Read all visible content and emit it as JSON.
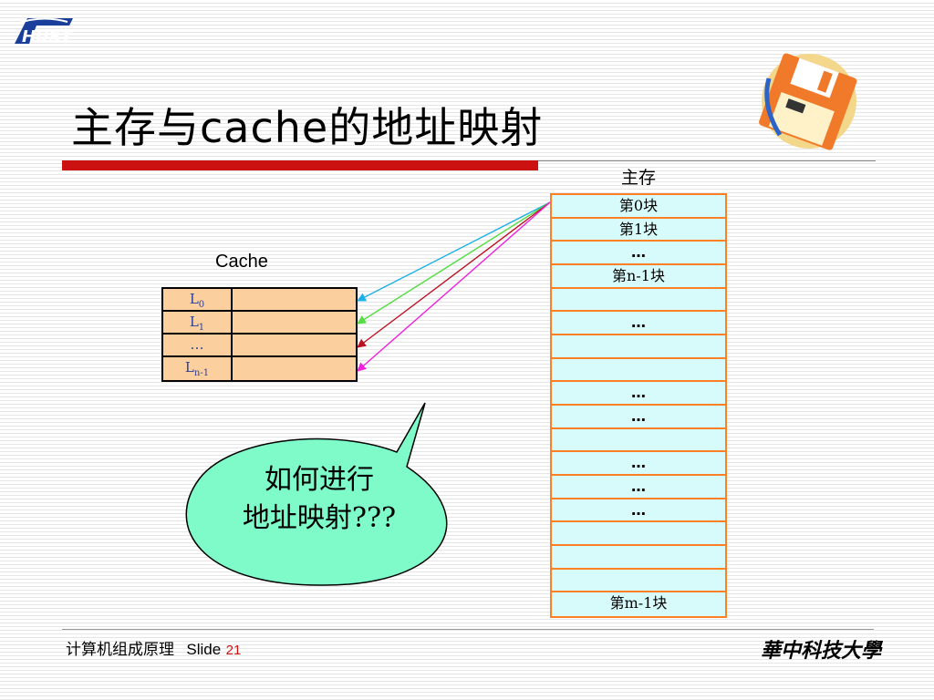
{
  "logo": {
    "icon": "hust-logo-icon",
    "color": "#1a3f9a"
  },
  "title": "主存与cache的地址映射",
  "decor": {
    "disk_icon": "floppy-disk-icon"
  },
  "memory": {
    "label": "主存",
    "rows": [
      "第0块",
      "第1块",
      "…",
      "第n-1块",
      "",
      "…",
      "",
      "",
      "…",
      "…",
      "",
      "…",
      "…",
      "…",
      "",
      "",
      "",
      "第m-1块"
    ]
  },
  "cache": {
    "label": "Cache",
    "rows": [
      {
        "base": "L",
        "sub": "0"
      },
      {
        "base": "L",
        "sub": "1"
      },
      {
        "base": "…",
        "sub": ""
      },
      {
        "base": "L",
        "sub": "n-1"
      }
    ]
  },
  "callout": {
    "line1": "如何进行",
    "line2": "地址映射???",
    "fill": "#7efbc8"
  },
  "arrows": {
    "colors": [
      "#1ab0e8",
      "#55dd44",
      "#bb1122",
      "#ee22dd"
    ]
  },
  "footer": {
    "course": "计算机组成原理",
    "slide_word": "Slide",
    "slide_number": "21",
    "university": "華中科技大學"
  }
}
